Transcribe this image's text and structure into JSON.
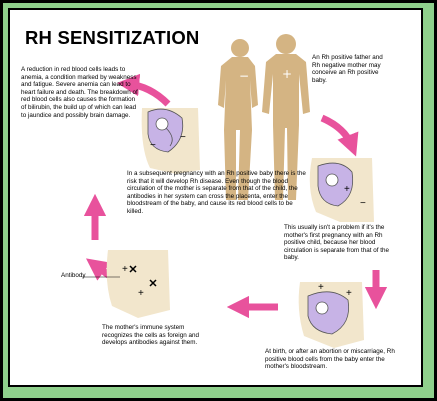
{
  "title": "RH SENSITIZATION",
  "captions": {
    "parents": "An Rh positive father and Rh negative mother may conceive an Rh positive baby.",
    "first_pregnancy": "This usually isn't a problem if it's the mother's first pregnancy with an Rh positive child, because her blood circulation is separate from that of the baby.",
    "birth": "At birth, or after an abortion or miscarriage, Rh positive blood cells from the baby enter the mother's bloodstream.",
    "immune": "The mother's immune system recognizes the cells as foreign and develops antibodies against them.",
    "subsequent": "In a subsequent pregnancy with an Rh positive baby there is the risk that it will develop Rh disease. Even though the blood circulation of the mother is separate from that of the child, the antibodies in her system can cross the placenta, enter the bloodstream of the baby, and cause its red blood cells to be killed.",
    "anemia": "A reduction in red blood cells leads to anemia, a condition marked by weakness and fatigue. Severe anemia can lead to heart failure and death. The breakdown of red blood cells also causes the formation of bilirubin, the build up of which can lead to jaundice and possibly brain damage."
  },
  "labels": {
    "antibody": "Antibody",
    "plus": "+",
    "minus": "−"
  },
  "colors": {
    "frame": "#8fd08c",
    "arrow": "#e8529c",
    "skin": "#d4b483",
    "skin_light": "#f2e6cc",
    "uterus": "#c7b3e6"
  }
}
